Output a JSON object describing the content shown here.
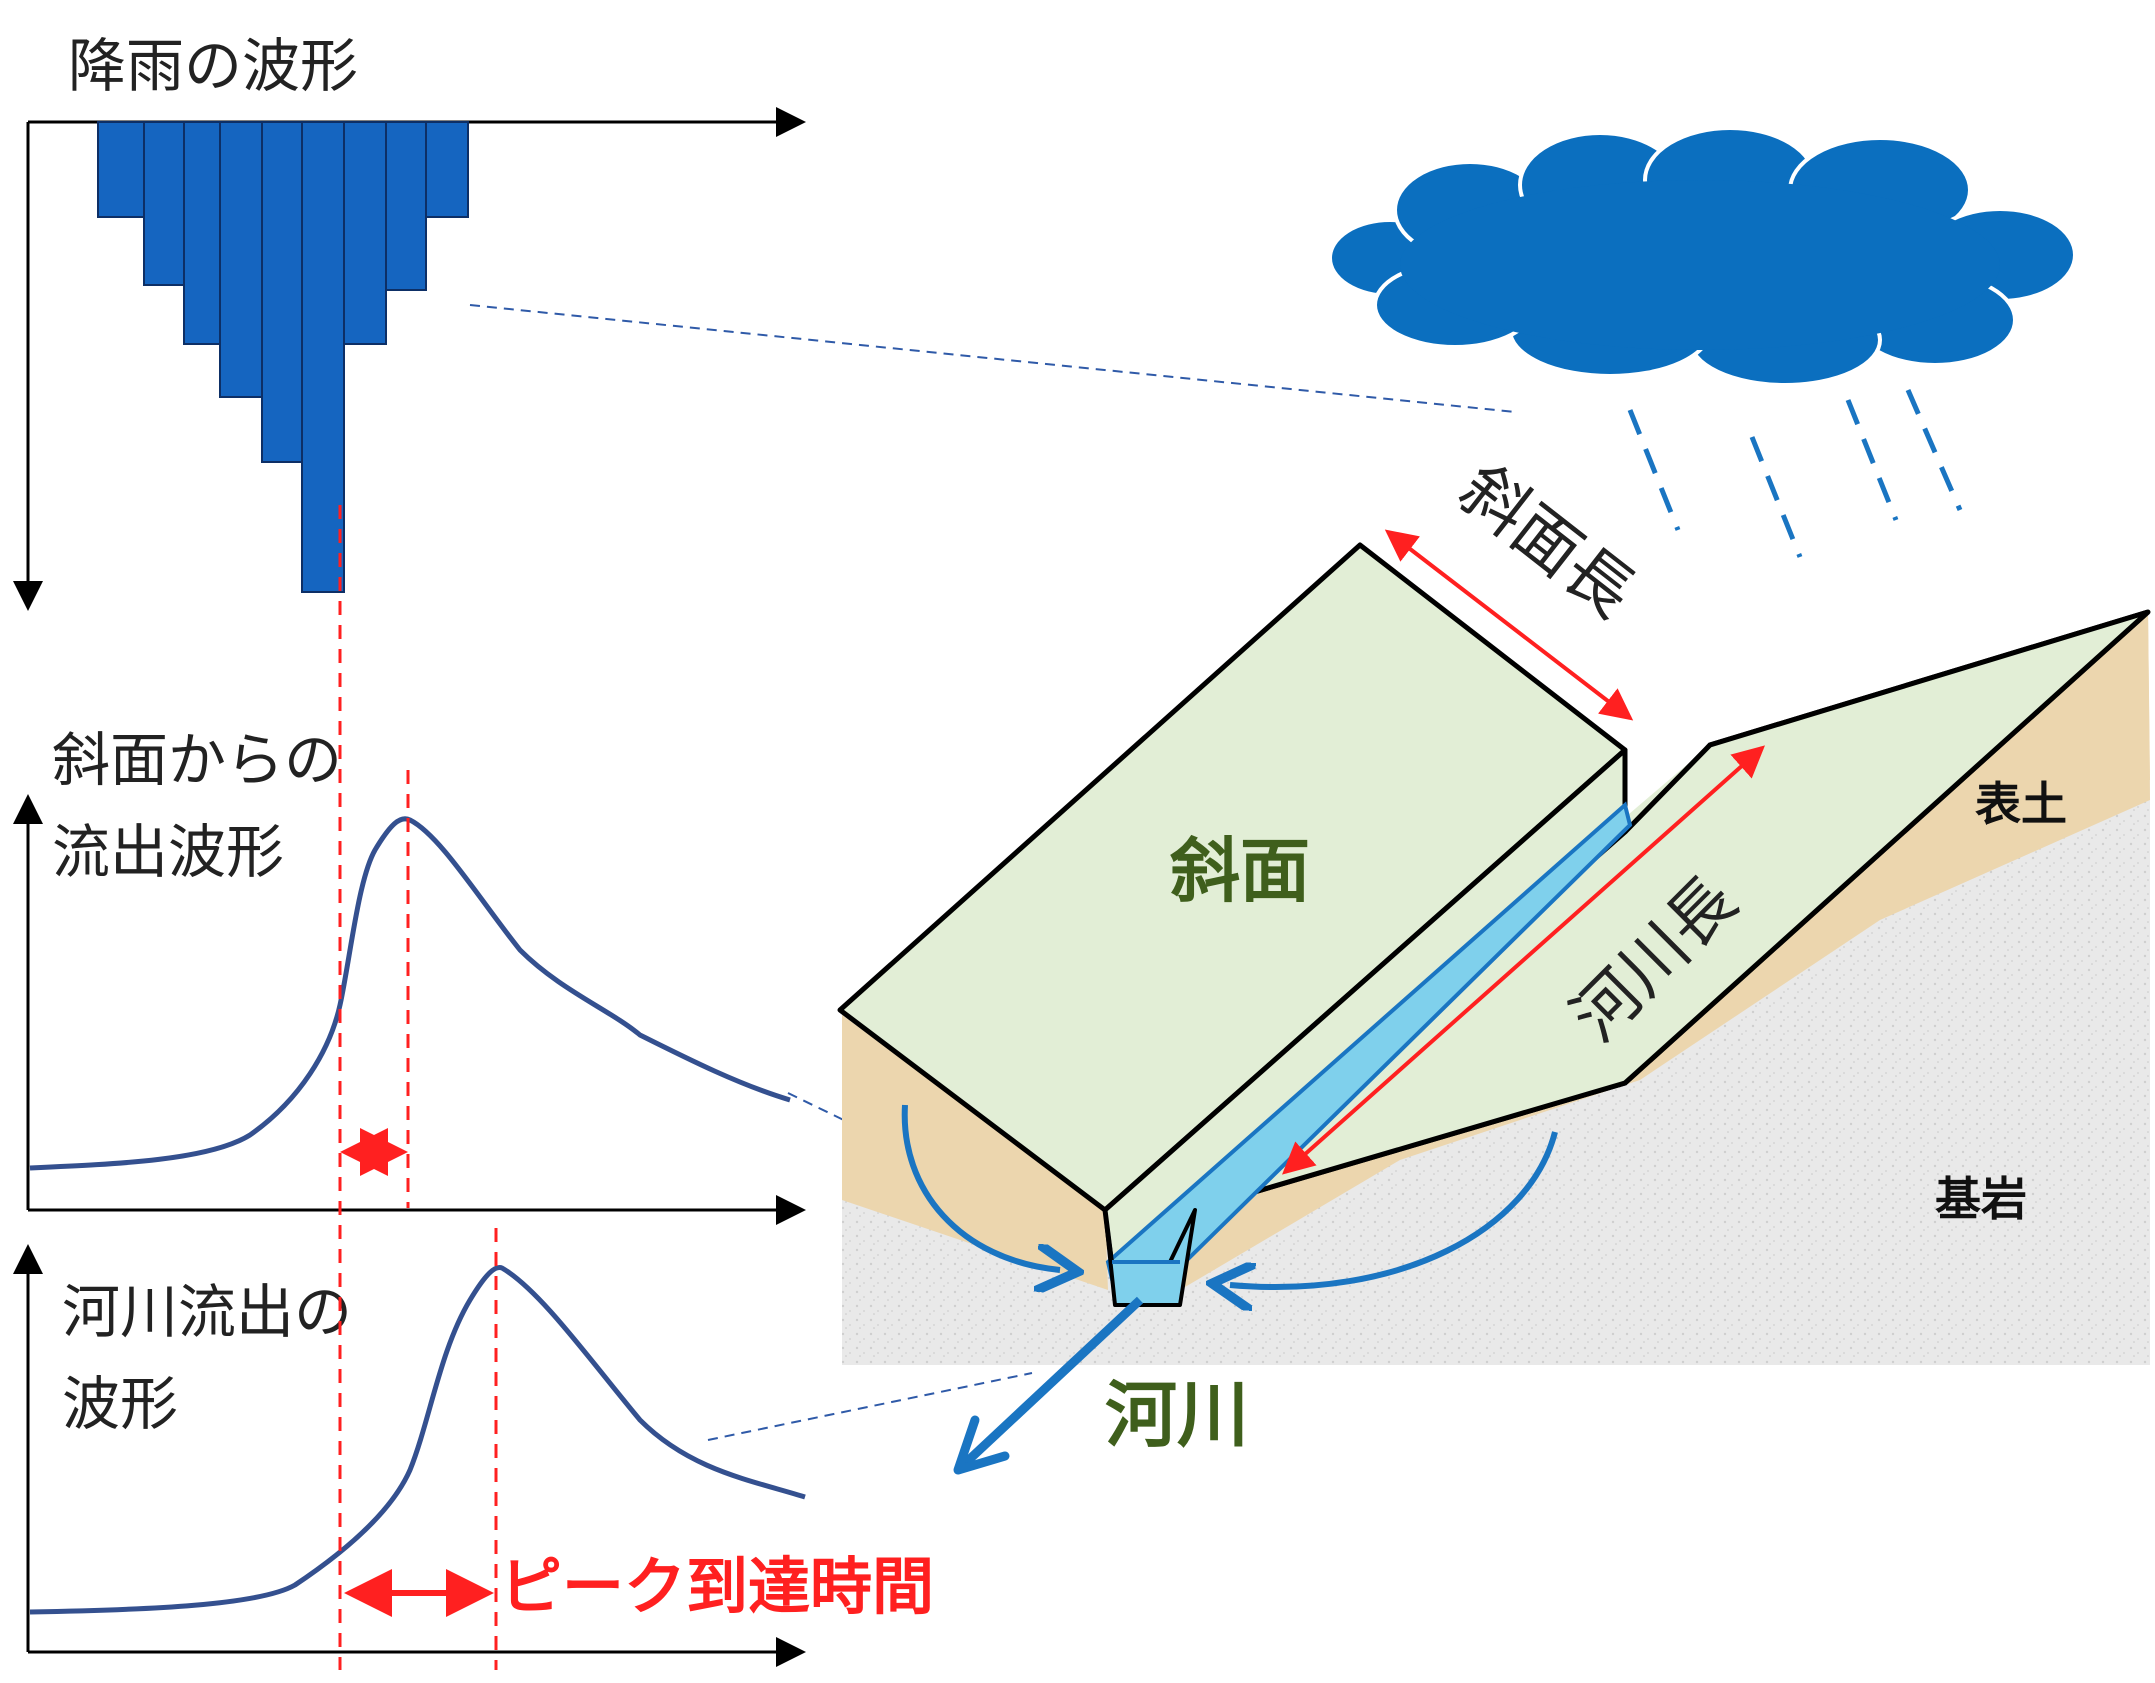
{
  "labels": {
    "rain_title": "降雨の波形",
    "slope_runoff_title_line1": "斜面からの",
    "slope_runoff_title_line2": "流出波形",
    "river_runoff_title_line1": "河川流出の",
    "river_runoff_title_line2": "波形",
    "slope_length": "斜面長",
    "river_length": "河川長",
    "slope": "斜面",
    "river": "河川",
    "topsoil": "表土",
    "bedrock": "基岩",
    "peak_arrival_time": "ピーク到達時間"
  },
  "colors": {
    "rain_bar": "#1565c0",
    "cloud": "#0b6fbf",
    "slope_face": "#e2eed6",
    "soil": "#ecd6ae",
    "bedrock": "#eaeaea",
    "hydrograph": "#34508f",
    "river_water": "#7fd0ec",
    "annotation_red": "#ff2020",
    "label_green": "#3f5f1c"
  },
  "icons": [
    "rain-cloud-icon",
    "raindrop-icon",
    "flow-direction-arrow-icon"
  ]
}
